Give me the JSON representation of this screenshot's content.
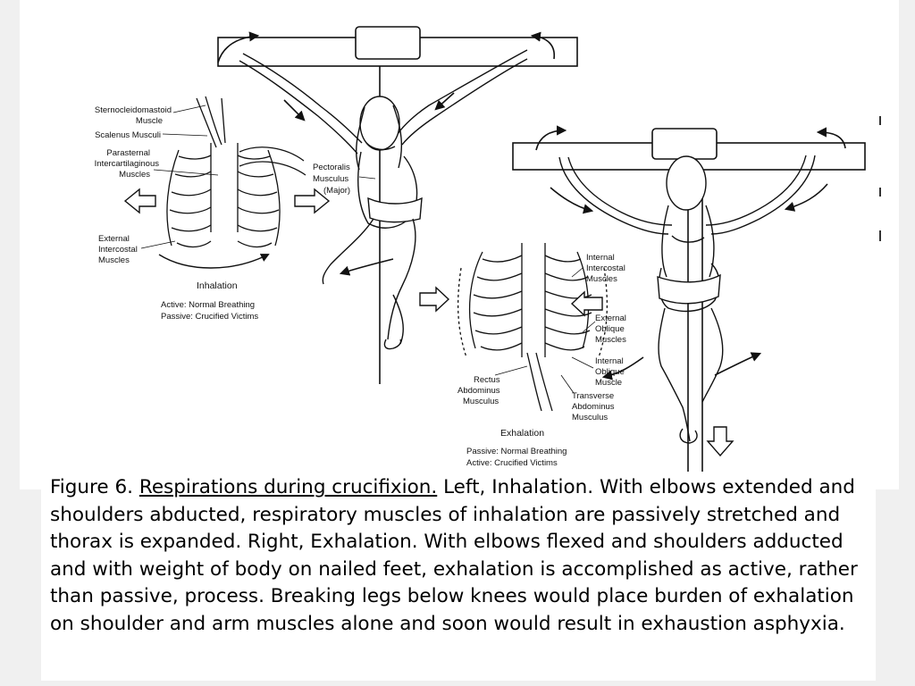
{
  "figure": {
    "left_panel": {
      "labels": {
        "sternocleidomastoid_1": "Sternocleidomastoid",
        "sternocleidomastoid_2": "Muscle",
        "scalenus": "Scalenus Musculi",
        "parasternal_1": "Parasternal",
        "parasternal_2": "Intercartilaginous",
        "parasternal_3": "Muscles",
        "external_1": "External",
        "external_2": "Intercostal",
        "external_3": "Muscles",
        "pectoralis_1": "Pectoralis",
        "pectoralis_2": "Musculus",
        "pectoralis_3": "(Major)"
      },
      "title": "Inhalation",
      "note_1": "Active: Normal Breathing",
      "note_2": "Passive: Crucified Victims"
    },
    "right_panel": {
      "labels": {
        "internal_intercostal_1": "Internal",
        "internal_intercostal_2": "Intercostal",
        "internal_intercostal_3": "Muscles",
        "external_oblique_1": "External",
        "external_oblique_2": "Oblique",
        "external_oblique_3": "Muscles",
        "internal_oblique_1": "Internal",
        "internal_oblique_2": "Oblique",
        "internal_oblique_3": "Muscle",
        "transverse_1": "Transverse",
        "transverse_2": "Abdominus",
        "transverse_3": "Musculus",
        "rectus_1": "Rectus",
        "rectus_2": "Abdominus",
        "rectus_3": "Musculus"
      },
      "title": "Exhalation",
      "note_1": "Passive: Normal Breathing",
      "note_2": "Active: Crucified Victims"
    }
  },
  "caption": {
    "prefix": "Figure 6.",
    "link_text": "Respirations during crucifixion.",
    "body": "Left, Inhalation. With elbows extended and shoulders abducted, respiratory muscles of inhalation are passively stretched and thorax is expanded. Right, Exhalation. With elbows flexed and shoulders adducted and with weight of body on nailed feet, exhalation is accomplished as active, rather than passive, process. Breaking legs below knees would place burden of exhalation on shoulder and arm muscles alone and soon would result in exhaustion asphyxia."
  }
}
